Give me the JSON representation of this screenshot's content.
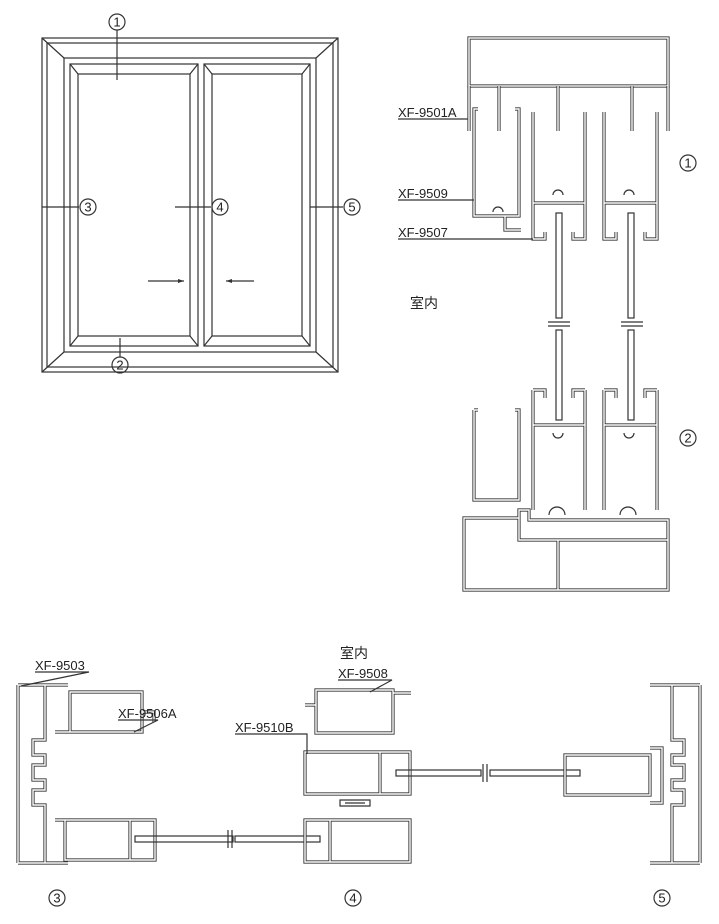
{
  "elevation": {
    "callouts": [
      "1",
      "2",
      "3",
      "4",
      "5"
    ]
  },
  "vertical_section": {
    "labels": [
      "XF-9501A",
      "XF-9509",
      "XF-9507"
    ],
    "indoor_label": "室内",
    "callouts": [
      "1",
      "2"
    ]
  },
  "horizontal_section": {
    "indoor_label": "室内",
    "labels": [
      "XF-9503",
      "XF-9508",
      "XF-9506A",
      "XF-9510B"
    ],
    "callouts": [
      "3",
      "4",
      "5"
    ]
  }
}
